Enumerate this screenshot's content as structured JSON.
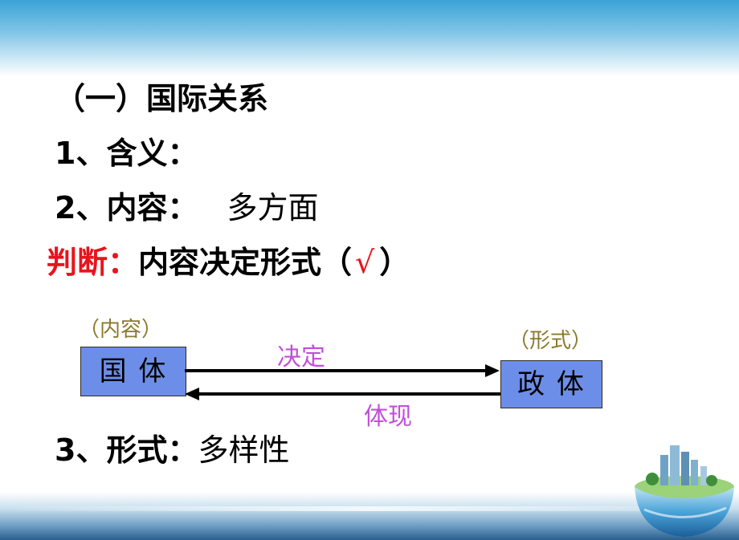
{
  "heading": "（一）国际关系",
  "item1": "1、含义：",
  "item2": {
    "label": "2、内容：",
    "value": "多方面"
  },
  "judgement": {
    "prefix": "判断：",
    "statement": "内容决定形式（",
    "mark": "√",
    "close": "）"
  },
  "diagram": {
    "left_note": "（内容）",
    "right_note": "（形式）",
    "left_box": "国 体",
    "right_box": "政 体",
    "top_arrow_label": "决定",
    "bottom_arrow_label": "体现"
  },
  "item3": {
    "label": "3、形式：",
    "value": "多样性"
  },
  "colors": {
    "accent_red": "#e8141c",
    "box_fill": "#6d8ee8",
    "arrow_label": "#c050d8",
    "note": "#8b7a2e"
  }
}
